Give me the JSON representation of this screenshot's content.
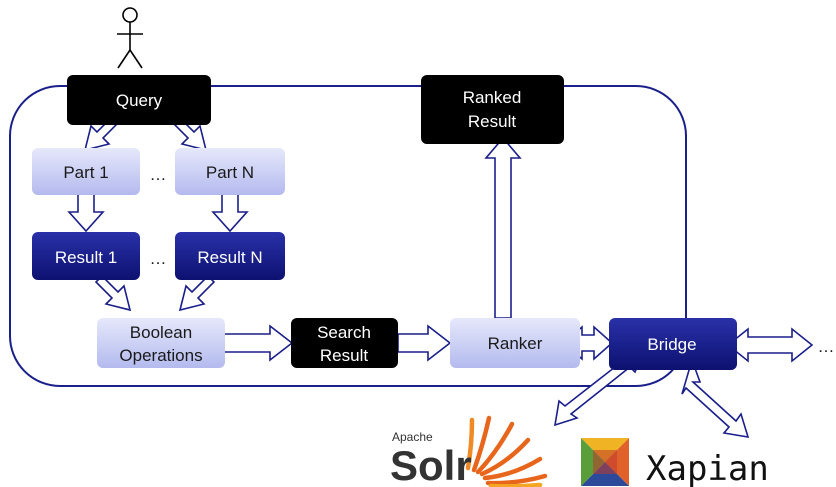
{
  "diagram": {
    "query": "Query",
    "part_1": "Part 1",
    "part_n": "Part N",
    "parts_ellipsis": "…",
    "result_1": "Result 1",
    "result_n": "Result N",
    "results_ellipsis": "…",
    "boolean_line1": "Boolean",
    "boolean_line2": "Operations",
    "search_line1": "Search",
    "search_line2": "Result",
    "ranker": "Ranker",
    "ranked_line1": "Ranked",
    "ranked_line2": "Result",
    "bridge": "Bridge",
    "bridge_ellipsis": "…"
  },
  "logos": {
    "solr_top": "Apache",
    "solr_name": "Solr",
    "xapian_name": "Xapian"
  },
  "colors": {
    "container": "#1a1f8a",
    "light_box": "#c9cdf2",
    "dark_box": "#141a8c",
    "black_box": "#000000",
    "solr_orange": "#e8651c",
    "solr_text": "#333333"
  }
}
